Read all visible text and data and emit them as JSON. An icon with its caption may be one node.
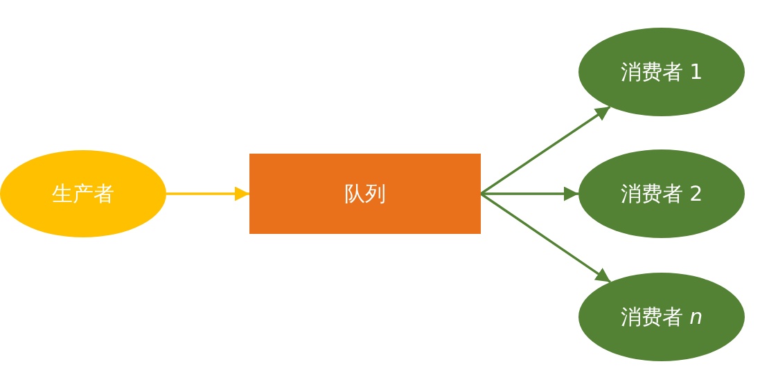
{
  "diagram": {
    "nodes": [
      {
        "text": [
          "生产者"
        ]
      },
      {
        "text": [
          "队列"
        ]
      },
      {
        "text": [
          "消费者 1"
        ]
      },
      {
        "text": [
          "消费者 2"
        ]
      },
      {
        "text": [
          "消费者 *n*"
        ]
      }
    ],
    "edges": [
      {
        "from": 0,
        "to": 1,
        "arrow": "to",
        "color": "#ffc000"
      },
      {
        "from": 1,
        "to": 2,
        "arrow": "to"
      },
      {
        "from": 1,
        "to": 3,
        "arrow": "to"
      },
      {
        "from": 1,
        "to": 4,
        "arrow": "to"
      }
    ]
  }
}
